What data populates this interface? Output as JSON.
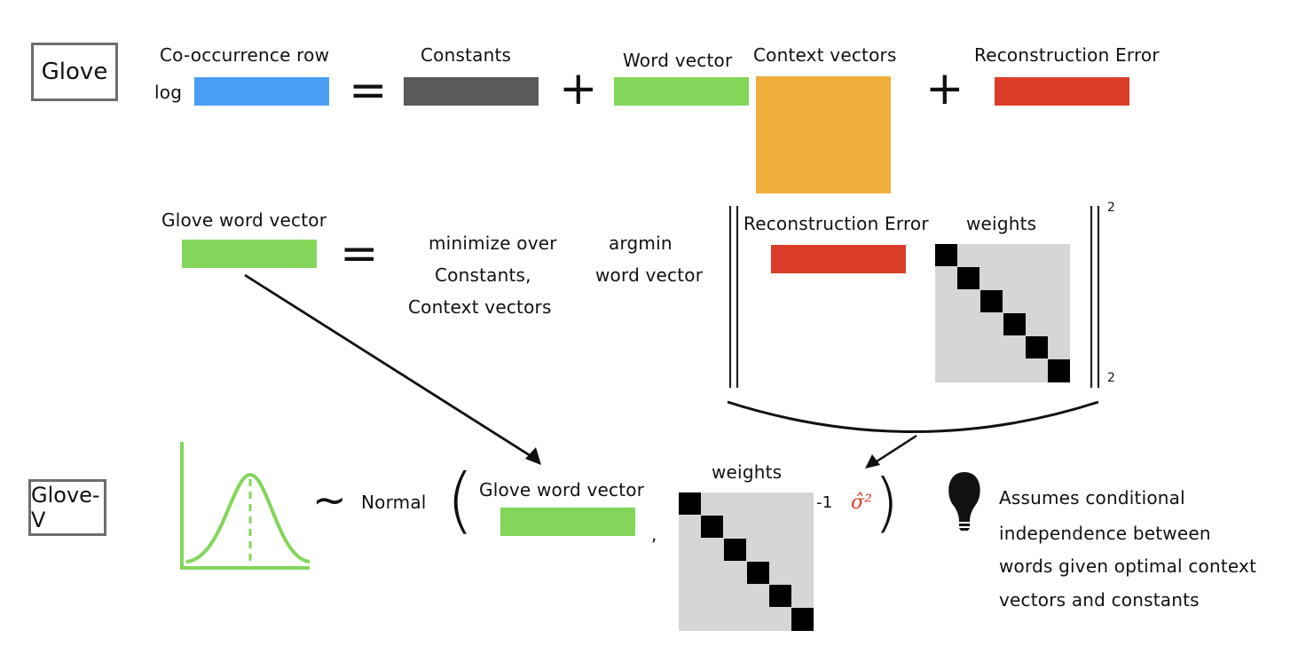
{
  "colors": {
    "blue": "#4a9ff5",
    "gray": "#5a5a5a",
    "green": "#83d65a",
    "orange": "#f0af3c",
    "red": "#db3c28",
    "matrix_bg": "#d6d6d6",
    "sigma": "#db3c28"
  },
  "row1": {
    "model_label": "Glove",
    "log_label": "log",
    "cooccurrence_label": "Co-occurrence row",
    "equals": "=",
    "constants_label": "Constants",
    "plus1": "+",
    "word_vector_label": "Word vector",
    "context_vectors_label": "Context vectors",
    "plus2": "+",
    "reconstruction_label": "Reconstruction Error"
  },
  "row2": {
    "glove_word_vector_label": "Glove word vector",
    "equals": "=",
    "minimize_lines": [
      "minimize over",
      "Constants,",
      "Context vectors"
    ],
    "argmin_lines": [
      "argmin",
      "word vector"
    ],
    "reconstruction_label": "Reconstruction Error",
    "weights_label": "weights",
    "norm_superscript": "2",
    "norm_subscript": "2"
  },
  "row3": {
    "model_label": "Glove-V",
    "tilde": "~",
    "normal_label": "Normal",
    "open_paren": "(",
    "glove_word_vector_label": "Glove word vector",
    "comma": ",",
    "weights_label": "weights",
    "inverse_exponent": "-1",
    "sigma_label": "σ̂²",
    "close_paren": ")",
    "note_lines": [
      "Assumes conditional",
      "independence between",
      "words given optimal context",
      "vectors and constants"
    ]
  },
  "icons": {
    "normal_distribution": "normal-distribution-curve-icon",
    "lightbulb": "lightbulb-icon"
  }
}
